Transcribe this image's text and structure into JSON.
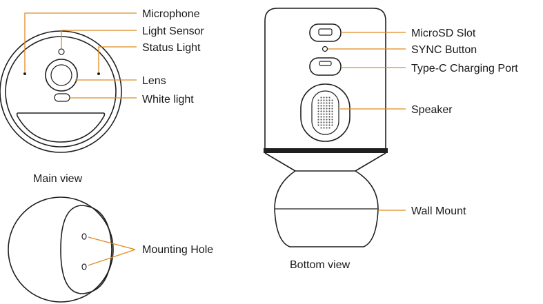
{
  "main_view": {
    "caption": "Main view",
    "labels": {
      "microphone": "Microphone",
      "light_sensor": "Light Sensor",
      "status_light": "Status Light",
      "lens": "Lens",
      "white_light": "White light"
    }
  },
  "back_view": {
    "labels": {
      "mounting_hole": "Mounting Hole"
    }
  },
  "bottom_view": {
    "caption": "Bottom view",
    "labels": {
      "microsd_slot": "MicroSD Slot",
      "sync_button": "SYNC Button",
      "type_c_port": "Type-C Charging Port",
      "speaker": "Speaker",
      "wall_mount": "Wall Mount"
    }
  },
  "colors": {
    "leader_line": "#e08a1e",
    "outline": "#1f1f1f"
  }
}
